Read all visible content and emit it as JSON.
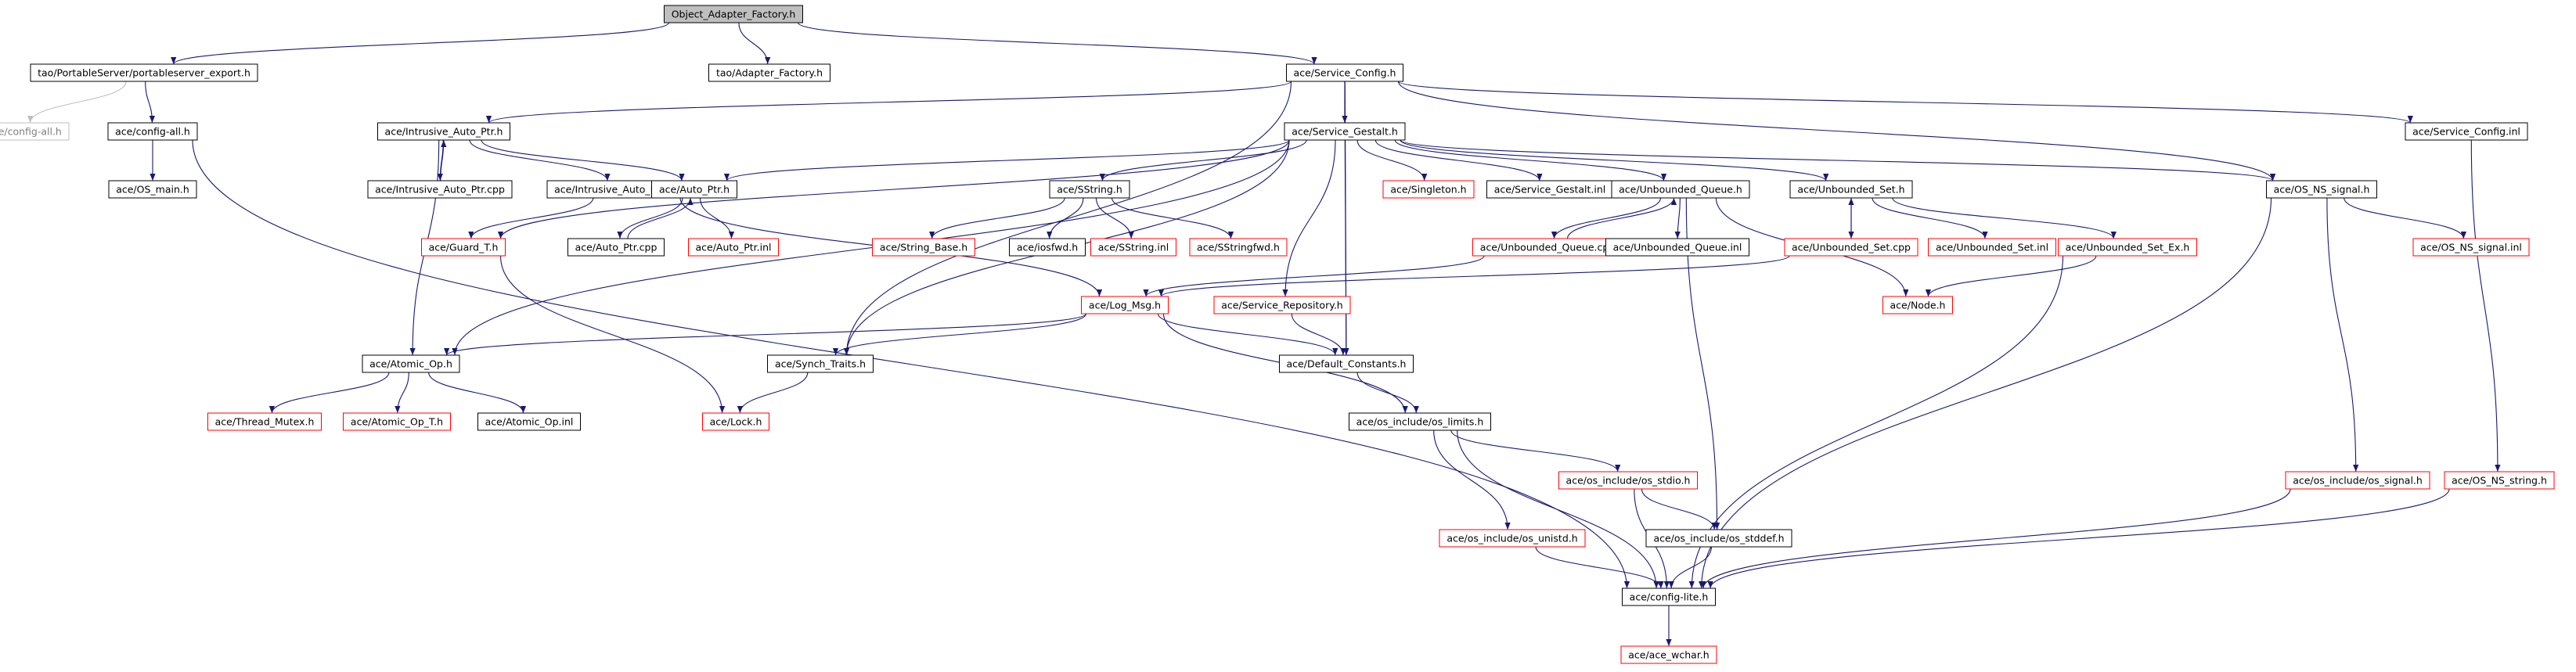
{
  "colors": {
    "edge": "#191970",
    "edge_gray": "#c0c0c0",
    "border_black": "#000000",
    "border_red": "#ff0000",
    "border_gray": "#bfbfbf",
    "root_fill": "#bfbfbf",
    "text": "#000000",
    "text_gray": "#808080"
  },
  "nodes": {
    "oaf": {
      "label": "Object_Adapter_Factory.h",
      "style": "root"
    },
    "pse": {
      "label": "tao/PortableServer/portableserver_export.h",
      "style": "black"
    },
    "taf": {
      "label": "tao/Adapter_Factory.h",
      "style": "black"
    },
    "sc": {
      "label": "ace/Service_Config.h",
      "style": "black"
    },
    "cfg_gray": {
      "label": "ace/config-all.h",
      "style": "gray"
    },
    "cfg": {
      "label": "ace/config-all.h",
      "style": "black"
    },
    "osm": {
      "label": "ace/OS_main.h",
      "style": "black"
    },
    "iap": {
      "label": "ace/Intrusive_Auto_Ptr.h",
      "style": "black"
    },
    "iapc": {
      "label": "ace/Intrusive_Auto_Ptr.cpp",
      "style": "black"
    },
    "iapi": {
      "label": "ace/Intrusive_Auto_Ptr.inl",
      "style": "black"
    },
    "sg": {
      "label": "ace/Service_Gestalt.h",
      "style": "black"
    },
    "ap": {
      "label": "ace/Auto_Ptr.h",
      "style": "black"
    },
    "apc": {
      "label": "ace/Auto_Ptr.cpp",
      "style": "black"
    },
    "api": {
      "label": "ace/Auto_Ptr.inl",
      "style": "red"
    },
    "gt": {
      "label": "ace/Guard_T.h",
      "style": "red"
    },
    "ss": {
      "label": "ace/SString.h",
      "style": "black"
    },
    "sb": {
      "label": "ace/String_Base.h",
      "style": "red"
    },
    "iosfwd": {
      "label": "ace/iosfwd.h",
      "style": "black"
    },
    "ssi": {
      "label": "ace/SString.inl",
      "style": "red"
    },
    "ssf": {
      "label": "ace/SStringfwd.h",
      "style": "red"
    },
    "sing": {
      "label": "ace/Singleton.h",
      "style": "red"
    },
    "sgi": {
      "label": "ace/Service_Gestalt.inl",
      "style": "black"
    },
    "uq": {
      "label": "ace/Unbounded_Queue.h",
      "style": "black"
    },
    "uqc": {
      "label": "ace/Unbounded_Queue.cpp",
      "style": "red"
    },
    "uqi": {
      "label": "ace/Unbounded_Queue.inl",
      "style": "black"
    },
    "us": {
      "label": "ace/Unbounded_Set.h",
      "style": "black"
    },
    "usc": {
      "label": "ace/Unbounded_Set.cpp",
      "style": "red"
    },
    "usi": {
      "label": "ace/Unbounded_Set.inl",
      "style": "red"
    },
    "usex": {
      "label": "ace/Unbounded_Set_Ex.h",
      "style": "red"
    },
    "node": {
      "label": "ace/Node.h",
      "style": "red"
    },
    "osns": {
      "label": "ace/OS_NS_signal.h",
      "style": "black"
    },
    "osnsi": {
      "label": "ace/OS_NS_signal.inl",
      "style": "red"
    },
    "sci": {
      "label": "ace/Service_Config.inl",
      "style": "black"
    },
    "lm": {
      "label": "ace/Log_Msg.h",
      "style": "red"
    },
    "sr": {
      "label": "ace/Service_Repository.h",
      "style": "red"
    },
    "ao": {
      "label": "ace/Atomic_Op.h",
      "style": "black"
    },
    "st": {
      "label": "ace/Synch_Traits.h",
      "style": "black"
    },
    "dc": {
      "label": "ace/Default_Constants.h",
      "style": "black"
    },
    "tm": {
      "label": "ace/Thread_Mutex.h",
      "style": "red"
    },
    "aot": {
      "label": "ace/Atomic_Op_T.h",
      "style": "red"
    },
    "aoi": {
      "label": "ace/Atomic_Op.inl",
      "style": "black"
    },
    "lock": {
      "label": "ace/Lock.h",
      "style": "red"
    },
    "osl": {
      "label": "ace/os_include/os_limits.h",
      "style": "black"
    },
    "osstdio": {
      "label": "ace/os_include/os_stdio.h",
      "style": "red"
    },
    "osuni": {
      "label": "ace/os_include/os_unistd.h",
      "style": "red"
    },
    "osstddef": {
      "label": "ace/os_include/os_stddef.h",
      "style": "black"
    },
    "ossig": {
      "label": "ace/os_include/os_signal.h",
      "style": "red"
    },
    "osnsstr": {
      "label": "ace/OS_NS_string.h",
      "style": "red"
    },
    "cl": {
      "label": "ace/config-lite.h",
      "style": "black"
    },
    "wchar": {
      "label": "ace/ace_wchar.h",
      "style": "red"
    }
  },
  "edges": [
    [
      "oaf",
      "pse"
    ],
    [
      "oaf",
      "taf"
    ],
    [
      "oaf",
      "sc"
    ],
    [
      "pse",
      "cfg_gray"
    ],
    [
      "pse",
      "cfg"
    ],
    [
      "cfg",
      "osm"
    ],
    [
      "cfg",
      "cl"
    ],
    [
      "sc",
      "iap"
    ],
    [
      "sc",
      "sg"
    ],
    [
      "sc",
      "st"
    ],
    [
      "sc",
      "dc"
    ],
    [
      "sc",
      "osns"
    ],
    [
      "sc",
      "sci"
    ],
    [
      "iap",
      "iapc"
    ],
    [
      "iapc",
      "iap"
    ],
    [
      "iap",
      "iapi"
    ],
    [
      "iap",
      "ap"
    ],
    [
      "iap",
      "ao"
    ],
    [
      "iapi",
      "gt"
    ],
    [
      "iapi",
      "lm"
    ],
    [
      "sg",
      "ap"
    ],
    [
      "sg",
      "gt"
    ],
    [
      "sg",
      "ao"
    ],
    [
      "sg",
      "ss"
    ],
    [
      "sg",
      "sing"
    ],
    [
      "sg",
      "sgi"
    ],
    [
      "sg",
      "uq"
    ],
    [
      "sg",
      "us"
    ],
    [
      "sg",
      "osns"
    ],
    [
      "sg",
      "sr"
    ],
    [
      "sg",
      "st"
    ],
    [
      "sg",
      "dc"
    ],
    [
      "ap",
      "apc"
    ],
    [
      "apc",
      "ap"
    ],
    [
      "ap",
      "api"
    ],
    [
      "gt",
      "lock"
    ],
    [
      "ss",
      "sb"
    ],
    [
      "ss",
      "iosfwd"
    ],
    [
      "ss",
      "ssi"
    ],
    [
      "ss",
      "ssf"
    ],
    [
      "uq",
      "uqc"
    ],
    [
      "uqc",
      "uq"
    ],
    [
      "uq",
      "uqi"
    ],
    [
      "uq",
      "node"
    ],
    [
      "uq",
      "osstddef"
    ],
    [
      "uqc",
      "lm"
    ],
    [
      "us",
      "usc"
    ],
    [
      "usc",
      "us"
    ],
    [
      "us",
      "usi"
    ],
    [
      "us",
      "usex"
    ],
    [
      "usc",
      "lm"
    ],
    [
      "usex",
      "node"
    ],
    [
      "usex",
      "cl"
    ],
    [
      "osns",
      "osnsi"
    ],
    [
      "osns",
      "ossig"
    ],
    [
      "osns",
      "cl"
    ],
    [
      "sci",
      "osnsstr"
    ],
    [
      "lm",
      "ao"
    ],
    [
      "lm",
      "st"
    ],
    [
      "lm",
      "dc"
    ],
    [
      "lm",
      "osl"
    ],
    [
      "sr",
      "dc"
    ],
    [
      "ao",
      "tm"
    ],
    [
      "ao",
      "aot"
    ],
    [
      "ao",
      "aoi"
    ],
    [
      "st",
      "lock"
    ],
    [
      "dc",
      "osl"
    ],
    [
      "osl",
      "osstdio"
    ],
    [
      "osl",
      "osuni"
    ],
    [
      "osl",
      "cl"
    ],
    [
      "osstdio",
      "osstddef"
    ],
    [
      "osstdio",
      "cl"
    ],
    [
      "osuni",
      "cl"
    ],
    [
      "osstddef",
      "cl"
    ],
    [
      "ossig",
      "cl"
    ],
    [
      "osnsstr",
      "cl"
    ],
    [
      "cl",
      "wchar"
    ]
  ]
}
